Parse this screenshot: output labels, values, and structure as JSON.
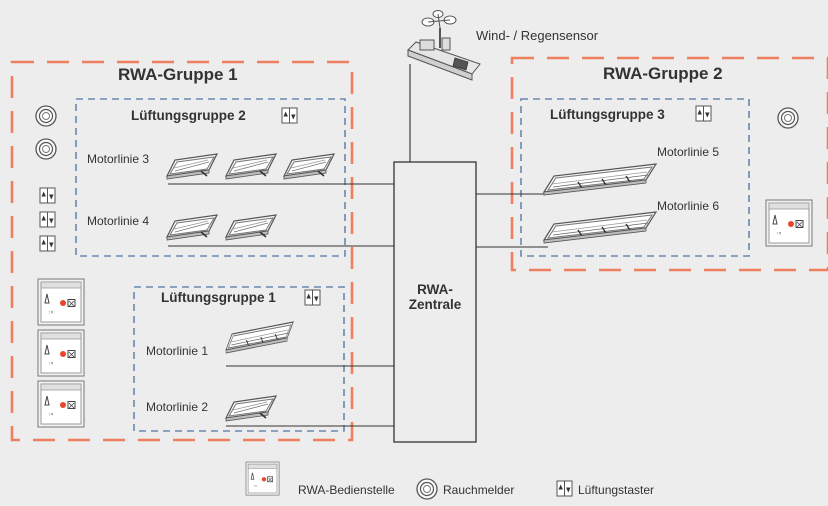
{
  "rwa_groups": [
    {
      "title": "RWA-Gruppe 1"
    },
    {
      "title": "RWA-Gruppe 2"
    }
  ],
  "vent_groups": [
    {
      "title": "Lüftungsgruppe 2"
    },
    {
      "title": "Lüftungsgruppe 1"
    },
    {
      "title": "Lüftungsgruppe 3"
    }
  ],
  "motor_lines": [
    "Motorlinie 3",
    "Motorlinie 4",
    "Motorlinie 1",
    "Motorlinie 2",
    "Motorlinie 5",
    "Motorlinie 6"
  ],
  "central_unit": {
    "line1": "RWA-",
    "line2": "Zentrale"
  },
  "sensor": {
    "label": "Wind- / Regensensor"
  },
  "legend": {
    "control_station": "RWA-Bedienstelle",
    "smoke_detector": "Rauchmelder",
    "vent_button": "Lüftungstaster"
  },
  "colors": {
    "rwa_border": "#ee7f5f",
    "vent_border": "#6a88b0",
    "line": "#333333",
    "background": "#ededed"
  }
}
